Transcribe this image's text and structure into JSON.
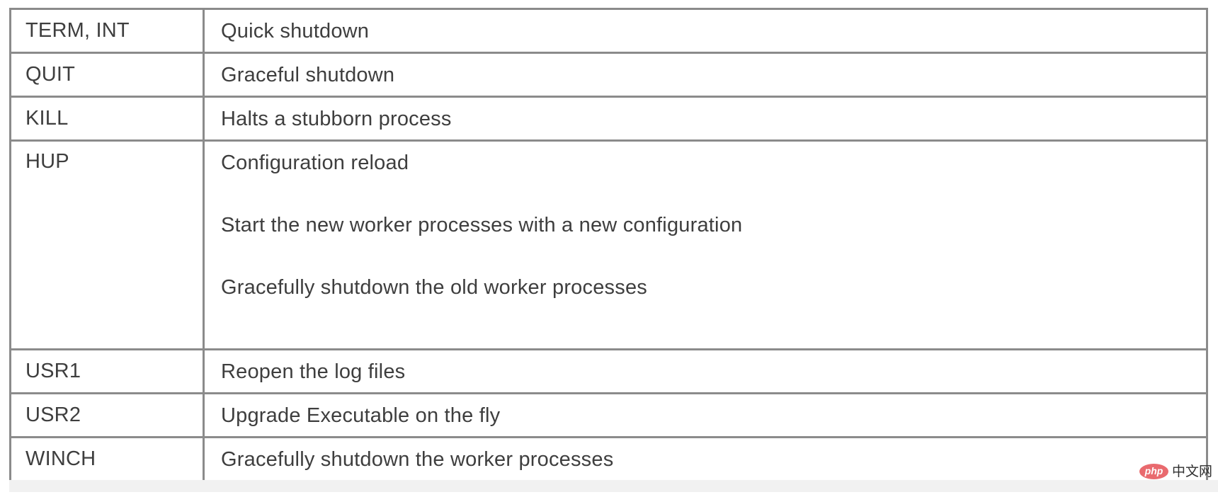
{
  "table": {
    "rows": [
      {
        "signal": "TERM, INT",
        "description_lines": [
          "Quick shutdown"
        ]
      },
      {
        "signal": "QUIT",
        "description_lines": [
          "Graceful shutdown"
        ]
      },
      {
        "signal": "KILL",
        "description_lines": [
          "Halts a stubborn process"
        ]
      },
      {
        "signal": "HUP",
        "description_lines": [
          "Configuration reload",
          "Start the new worker processes with a new configuration",
          "Gracefully shutdown the old worker processes"
        ]
      },
      {
        "signal": "USR1",
        "description_lines": [
          "Reopen the log files"
        ]
      },
      {
        "signal": "USR2",
        "description_lines": [
          "Upgrade Executable on the fly"
        ]
      },
      {
        "signal": "WINCH",
        "description_lines": [
          "Gracefully shutdown the worker processes"
        ]
      }
    ]
  },
  "watermark": {
    "logo_text": "php",
    "site_text": "中文网"
  },
  "colors": {
    "border": "#8b8b8b",
    "text": "#3e3e3e",
    "watermark_logo": "#e96a6e",
    "watermark_text": "#2f2f2f",
    "footer_strip": "#f1f1f1"
  }
}
